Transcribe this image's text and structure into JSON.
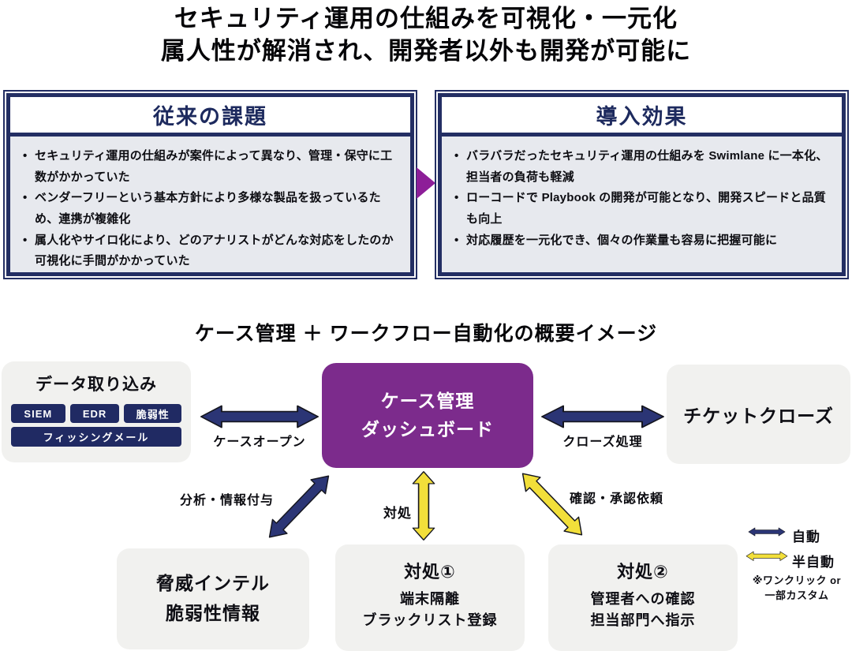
{
  "colors": {
    "navy": "#2b3575",
    "yellow": "#f2df3a",
    "purple": "#7c2b8c",
    "purple_arrow": "#8d1e98",
    "arrow_outline": "#15161f",
    "border_navy": "#232e63",
    "tag_navy": "#202a63",
    "header_text_navy": "#1d2a5e"
  },
  "page": {
    "title_line1": "セキュリティ運用の仕組みを可視化・一元化",
    "title_line2": "属人性が解消され、開発者以外も開発が可能に"
  },
  "issues_box": {
    "title": "従来の課題",
    "bullets": [
      "セキュリティ運用の仕組みが案件によって異なり、管理・保守に工数がかかっていた",
      "ベンダーフリーという基本方針により多様な製品を扱っているため、連携が複雑化",
      "属人化やサイロ化により、どのアナリストがどんな対応をしたのか可視化に手間がかかっていた"
    ]
  },
  "effects_box": {
    "title": "導入効果",
    "bullets": [
      "バラバラだったセキュリティ運用の仕組みを Swimlane に一本化、担当者の負荷も軽減",
      "ローコードで Playbook の開発が可能となり、開発スピードと品質も向上",
      "対応履歴を一元化でき、個々の作業量も容易に把握可能に"
    ]
  },
  "diagram": {
    "title": "ケース管理 ＋ ワークフロー自動化の概要イメージ",
    "data_ingest": {
      "title": "データ取り込み",
      "tags": [
        "SIEM",
        "EDR",
        "脆弱性",
        "フィッシングメール"
      ]
    },
    "case_dashboard": {
      "line1": "ケース管理",
      "line2": "ダッシュボード"
    },
    "ticket_close": {
      "label": "チケットクローズ"
    },
    "labels": {
      "case_open": "ケースオープン",
      "close_process": "クローズ処理",
      "analysis": "分析・情報付与",
      "response": "対処",
      "approval": "確認・承認依頼"
    },
    "threat_intel": {
      "line1": "脅威インテル",
      "line2": "脆弱性情報"
    },
    "response1": {
      "title": "対処①",
      "line1": "端末隔離",
      "line2": "ブラックリスト登録"
    },
    "response2": {
      "title": "対処②",
      "line1": "管理者への確認",
      "line2": "担当部門へ指示"
    },
    "legend": {
      "auto": "自動",
      "semi_auto": "半自動",
      "note_line1": "※ワンクリック or",
      "note_line2": "一部カスタム"
    }
  }
}
